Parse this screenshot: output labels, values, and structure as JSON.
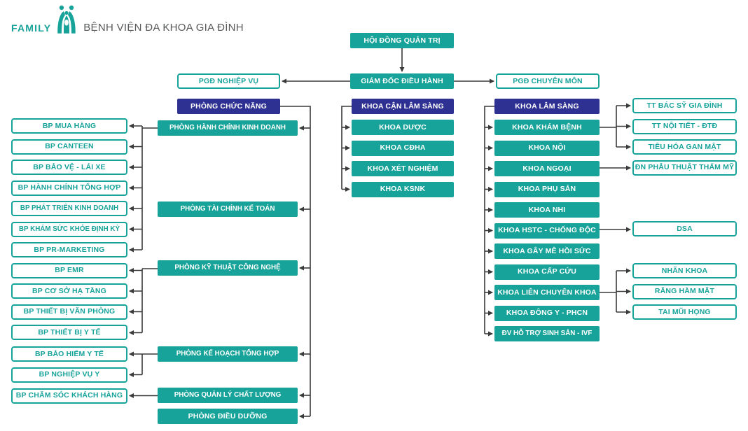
{
  "brand": {
    "name": "FAMILY",
    "subtitle": "BỆNH VIỆN ĐA KHOA GIA ĐÌNH"
  },
  "colors": {
    "teal": "#17a39a",
    "navy": "#2e3192",
    "line": "#3a3a3a",
    "gray": "#58595b"
  },
  "org": {
    "board": "HỘI ĐỒNG QUẢN TRỊ",
    "ceo": "GIÁM ĐỐC ĐIỀU HÀNH",
    "deputy_operations": "PGĐ NGHIỆP VỤ",
    "deputy_professional": "PGĐ CHUYÊN MÔN",
    "functional_header": "PHÒNG CHỨC NĂNG",
    "departments": [
      "PHÒNG HÀNH CHÍNH KINH DOANH",
      "PHÒNG TÀI CHÍNH KẾ TOÁN",
      "PHÒNG KỸ THUẬT CÔNG NGHỆ",
      "PHÒNG KẾ HOẠCH TỔNG HỢP",
      "PHÒNG QUẢN LÝ CHẤT LƯỢNG",
      "PHÒNG ĐIỀU DƯỠNG"
    ],
    "units": [
      "BP MUA HÀNG",
      "BP CANTEEN",
      "BP BẢO VỆ - LÁI XE",
      "BP HÀNH CHÍNH TỔNG HỢP",
      "BP PHÁT TRIỂN KINH DOANH",
      "BP KHÁM SỨC KHỎE ĐỊNH KỲ",
      "BP PR-MARKETING",
      "BP EMR",
      "BP CƠ SỞ HẠ TẦNG",
      "BP THIẾT BỊ VĂN PHÒNG",
      "BP THIẾT BỊ Y TẾ",
      "BP BẢO HIỂM Y TẾ",
      "BP NGHIỆP VỤ Y",
      "BP CHĂM SÓC KHÁCH HÀNG"
    ],
    "paraclinical_header": "KHOA CẬN LÂM SÀNG",
    "paraclinical": [
      "KHOA DƯỢC",
      "KHOA CĐHA",
      "KHOA XÉT NGHIỆM",
      "KHOA KSNK"
    ],
    "clinical_header": "KHOA LÂM SÀNG",
    "clinical": [
      "KHOA KHÁM BỆNH",
      "KHOA NỘI",
      "KHOA NGOẠI",
      "KHOA PHỤ SẢN",
      "KHOA NHI",
      "KHOA HSTC - CHỐNG ĐỘC",
      "KHOA GÂY MÊ HỒI SỨC",
      "KHOA CẤP CỨU",
      "KHOA LIÊN CHUYÊN KHOA",
      "KHOA ĐÔNG Y - PHCN",
      "ĐV HỖ TRỢ SINH SẢN - IVF"
    ],
    "centers": [
      "TT BÁC SỸ GIA ĐÌNH",
      "TT NỘI TIẾT - ĐTĐ",
      "TIÊU HÓA GAN MẬT",
      "ĐN PHẪU THUẬT THẨM MỸ",
      "DSA",
      "NHÃN KHOA",
      "RĂNG HÀM MẶT",
      "TAI MŨI HỌNG"
    ]
  }
}
